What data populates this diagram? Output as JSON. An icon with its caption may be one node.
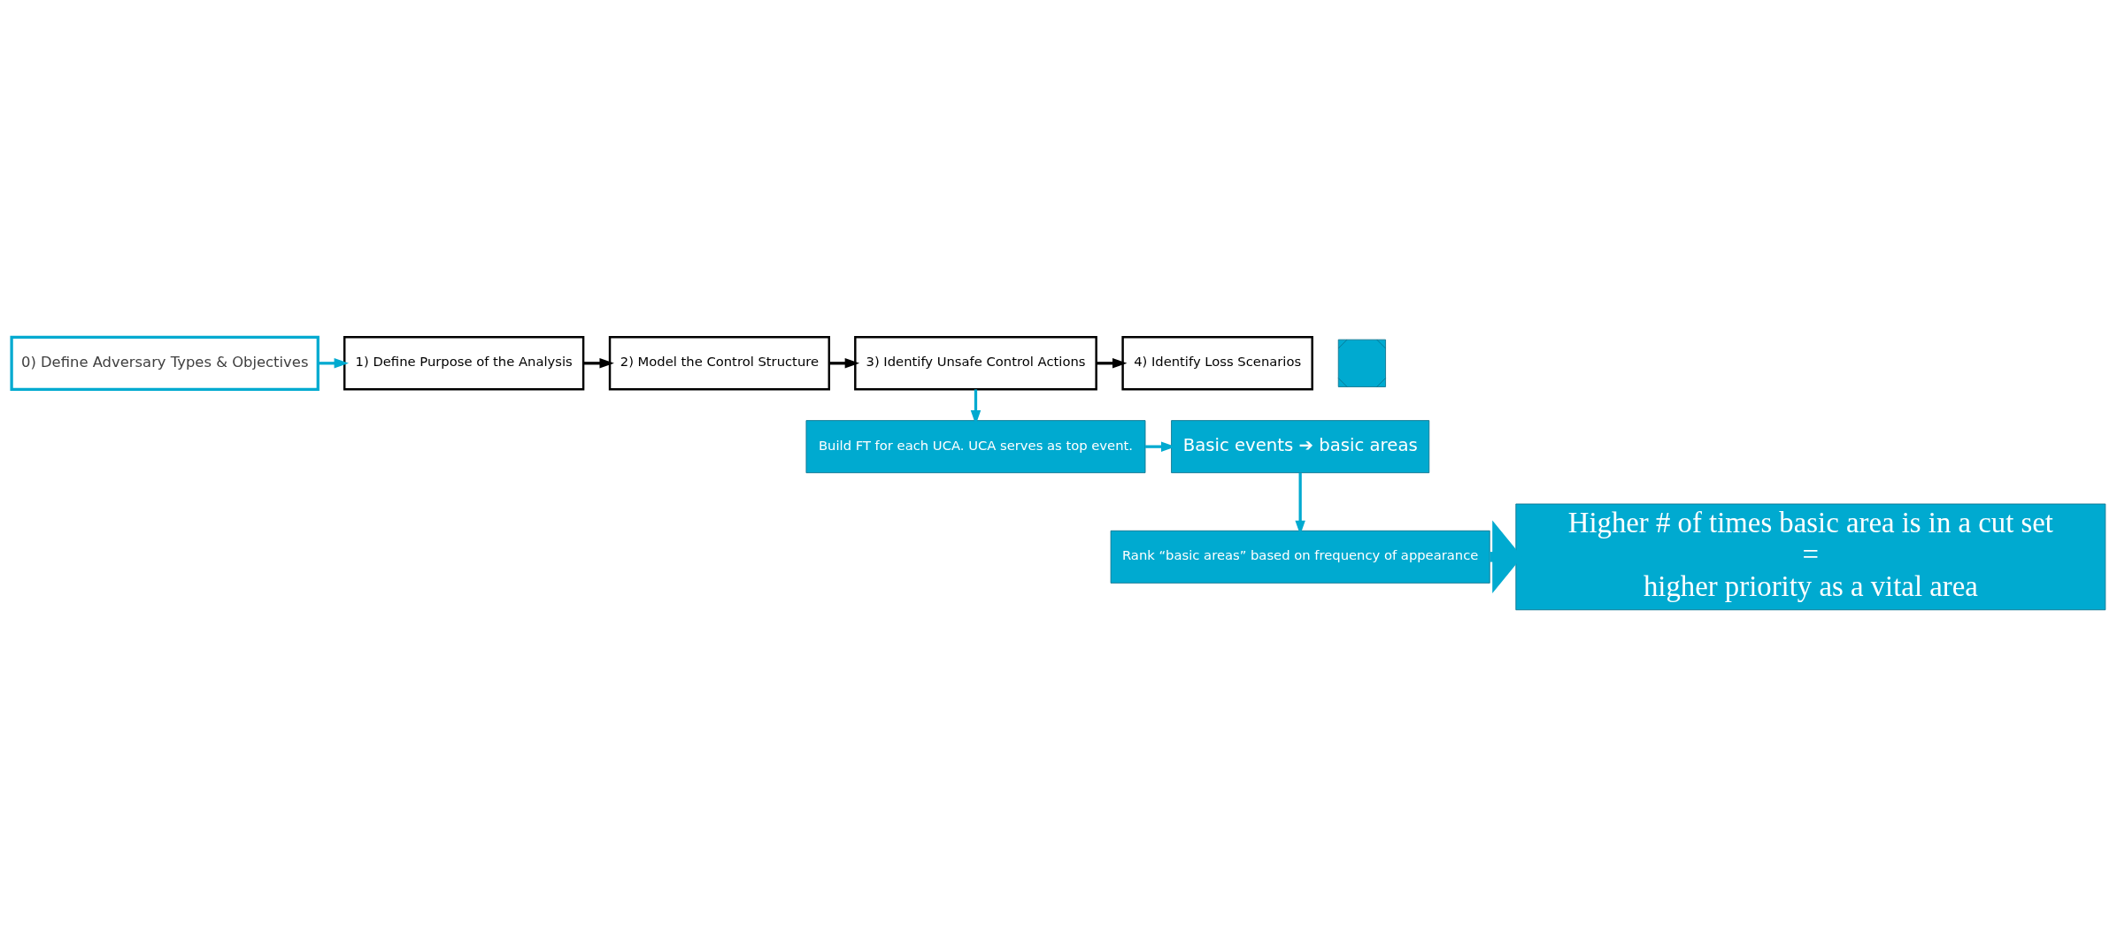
{
  "diagram": {
    "nodes": [
      {
        "text": [
          "0) Define Adversary Types & Objectives"
        ]
      },
      {
        "text": [
          "1) Define Purpose of the Analysis"
        ]
      },
      {
        "text": [
          "2) Model the Control Structure"
        ]
      },
      {
        "text": [
          "3) Identify Unsafe Control Actions"
        ]
      },
      {
        "text": [
          "4) Identify Loss Scenarios"
        ]
      },
      {
        "text": [],
        "shape": "cross"
      },
      {
        "text": [
          "Build FT for each UCA. UCA serves as top event."
        ]
      },
      {
        "text": [
          "Basic events ➔ basic areas"
        ]
      },
      {
        "text": [
          "Rank “basic areas” based on frequency of appearance"
        ]
      },
      {
        "text": [
          "Higher # of times basic area is in a cut set",
          "=",
          "higher priority as a vital area"
        ]
      }
    ],
    "edges": [
      {
        "from": 0,
        "to": 1,
        "arrow": "to"
      },
      {
        "from": 1,
        "to": 2,
        "arrow": "to",
        "color": "#000000"
      },
      {
        "from": 2,
        "to": 3,
        "arrow": "to",
        "color": "#000000"
      },
      {
        "from": 3,
        "to": 4,
        "arrow": "to",
        "color": "#000000"
      },
      {
        "from": 3,
        "to": 6,
        "arrow": "to"
      },
      {
        "from": 6,
        "to": 7,
        "arrow": "to"
      },
      {
        "from": 7,
        "to": 8,
        "arrow": "to"
      },
      {
        "from": 8,
        "to": 9,
        "arrow": "to",
        "style": "thick"
      }
    ]
  }
}
